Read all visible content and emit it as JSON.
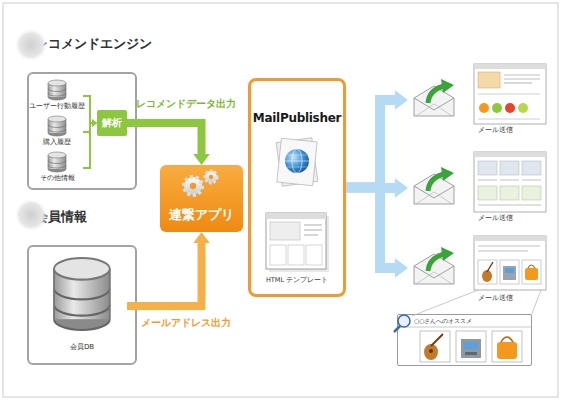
{
  "diagram": {
    "nodes": [
      {
        "text": [
          "レコメンドエンジン"
        ]
      },
      {
        "text": [
          "ユーザー行動履歴"
        ],
        "in": 0
      },
      {
        "text": [
          "購入履歴"
        ],
        "in": 0
      },
      {
        "text": [
          "その他情報"
        ],
        "in": 0
      },
      {
        "text": [
          "解析"
        ],
        "in": 0
      },
      {
        "text": [
          "会員情報"
        ]
      },
      {
        "text": [
          "会員DB"
        ],
        "in": 5
      },
      {
        "text": [
          "連繋アプリ"
        ]
      },
      {
        "text": [
          "MailPublisher"
        ]
      },
      {
        "text": [
          "HTML テンプレート"
        ],
        "in": 8
      },
      {
        "text": [
          "メール送信"
        ]
      },
      {
        "text": [
          "メール送信"
        ]
      },
      {
        "text": [
          "メール送信"
        ]
      },
      {
        "text": [
          "○○さんへのオススメ"
        ]
      }
    ],
    "edges": [
      {
        "from": 1,
        "to": 4,
        "arrow": "to"
      },
      {
        "from": 2,
        "to": 4,
        "arrow": "to"
      },
      {
        "from": 3,
        "to": 4,
        "arrow": "to"
      },
      {
        "from": 4,
        "to": 7,
        "label": "レコメンドデータ出力",
        "arrow": "to"
      },
      {
        "from": 6,
        "to": 7,
        "label": "メールアドレス出力",
        "arrow": "to"
      },
      {
        "from": 8,
        "to": 10,
        "arrow": "to"
      },
      {
        "from": 8,
        "to": 11,
        "arrow": "to"
      },
      {
        "from": 8,
        "to": 12,
        "arrow": "to"
      }
    ]
  }
}
